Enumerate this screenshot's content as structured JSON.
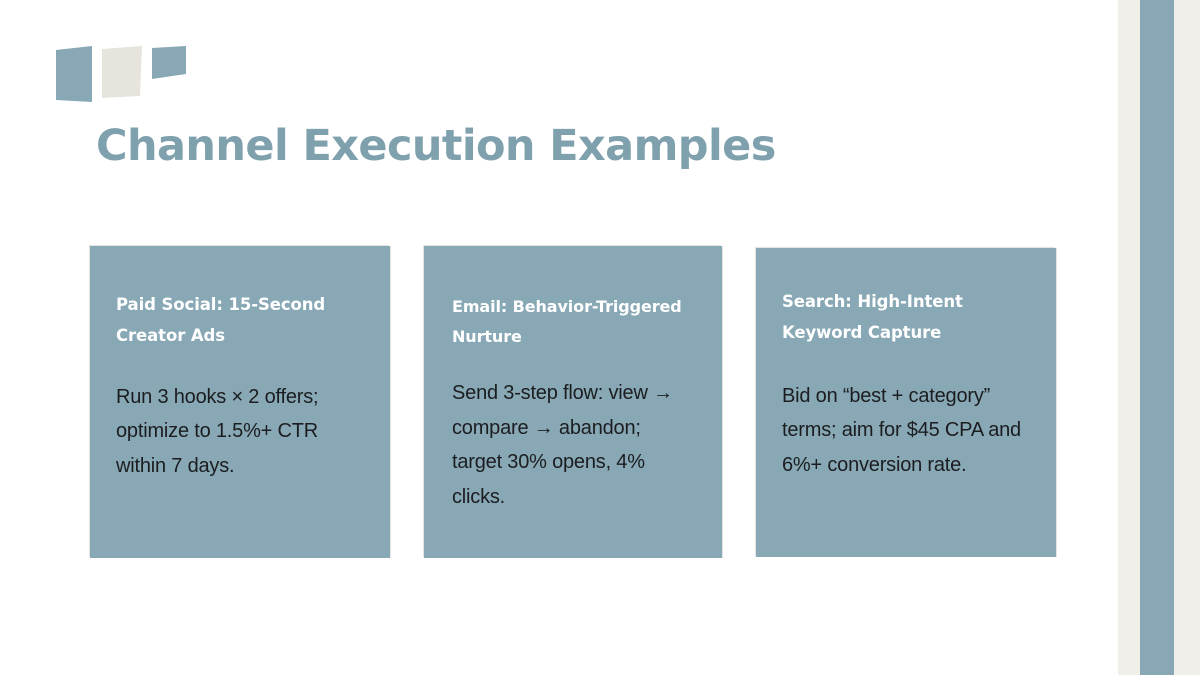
{
  "slide": {
    "title": "Channel Execution Examples",
    "logo_name": "three-bar-logo",
    "colors": {
      "accent_blue": "#87a8b4",
      "title_blue": "#7fa0ad",
      "cream": "#f0efe9",
      "body_text": "#1c1d20",
      "card_text": "#ffffff",
      "background": "#ffffff"
    }
  },
  "cards": [
    {
      "heading": "Paid Social: 15-Second Creator Ads",
      "body": "Run 3 hooks × 2 offers; optimize to 1.5%+ CTR within 7 days."
    },
    {
      "heading": "Email: Behavior-Triggered Nurture",
      "body": "Send 3-step flow: view → compare → abandon; target 30% opens, 4% clicks."
    },
    {
      "heading": "Search: High-Intent Keyword Capture",
      "body": "Bid on “best + category” terms; aim for $45 CPA and 6%+ conversion rate."
    }
  ]
}
